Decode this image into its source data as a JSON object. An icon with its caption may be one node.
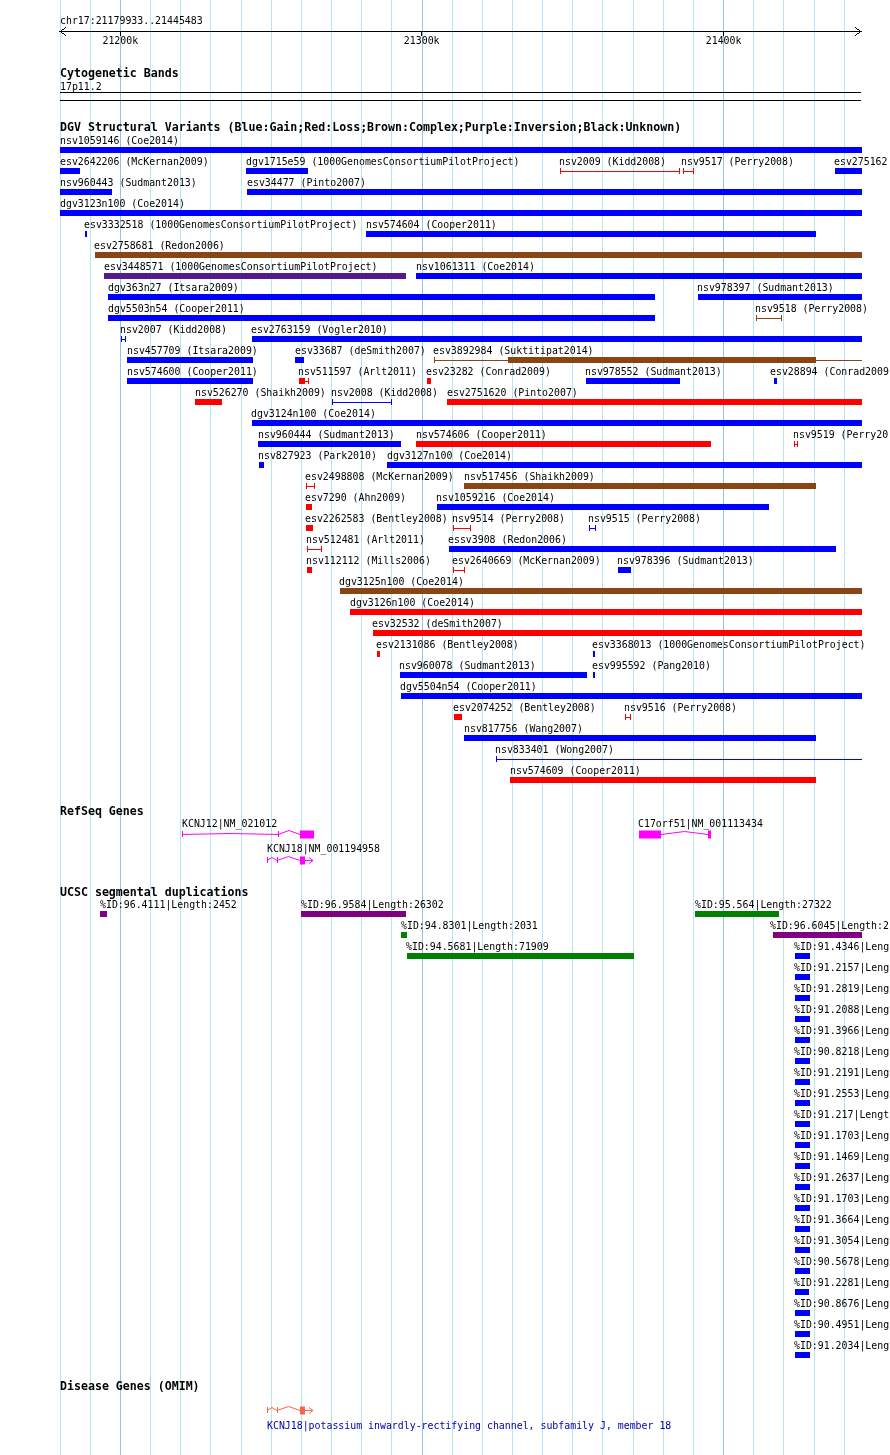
{
  "diagram": {
    "labels": [
      "chr17:21179933..21445483",
      "21200k",
      "21300k",
      "21400k",
      "Cytogenetic Bands",
      "17p11.2",
      "DGV Structural Variants (Blue:Gain;Red:Loss;Brown:Complex;Purple:Inversion;Black:Unknown)",
      "nsv1059146 (Coe2014)",
      "esv2642206 (McKernan2009)",
      "dgv1715e59 (1000GenomesConsortiumPilotProject)",
      "nsv2009 (Kidd2008)",
      "nsv9517 (Perry2008)",
      "esv275162",
      "nsv960443 (Sudmant2013)",
      "esv34477 (Pinto2007)",
      "dgv3123n100 (Coe2014)",
      "esv3332518 (1000GenomesConsortiumPilotProject)",
      "nsv574604 (Cooper2011)",
      "esv2758681 (Redon2006)",
      "esv3448571 (1000GenomesConsortiumPilotProject)",
      "nsv1061311 (Coe2014)",
      "dgv363n27 (Itsara2009)",
      "nsv978397 (Sudmant2013)",
      "dgv5503n54 (Cooper2011)",
      "nsv9518 (Perry2008)",
      "nsv2007 (Kidd2008)",
      "esv2763159 (Vogler2010)",
      "nsv457709 (Itsara2009)",
      "esv33687 (deSmith2007)",
      "esv3892984 (Suktitipat2014)",
      "nsv574600 (Cooper2011)",
      "nsv511597 (Arlt2011)",
      "esv23282 (Conrad2009)",
      "nsv978552 (Sudmant2013)",
      "esv28894 (Conrad2009",
      "nsv526270 (Shaikh2009)",
      "nsv2008 (Kidd2008)",
      "esv2751620 (Pinto2007)",
      "dgv3124n100 (Coe2014)",
      "nsv960444 (Sudmant2013)",
      "nsv574606 (Cooper2011)",
      "nsv9519 (Perry20",
      "nsv827923 (Park2010)",
      "dgv3127n100 (Coe2014)",
      "esv2498808 (McKernan2009)",
      "nsv517456 (Shaikh2009)",
      "esv7290 (Ahn2009)",
      "nsv1059216 (Coe2014)",
      "esv2262583 (Bentley2008)",
      "nsv9514 (Perry2008)",
      "nsv9515 (Perry2008)",
      "nsv512481 (Arlt2011)",
      "essv3908 (Redon2006)",
      "nsv112112 (Mills2006)",
      "esv2640669 (McKernan2009)",
      "nsv978396 (Sudmant2013)",
      "dgv3125n100 (Coe2014)",
      "dgv3126n100 (Coe2014)",
      "esv32532 (deSmith2007)",
      "esv2131086 (Bentley2008)",
      "esv3368013 (1000GenomesConsortiumPilotProject)",
      "nsv960078 (Sudmant2013)",
      "esv995592 (Pang2010)",
      "dgv5504n54 (Cooper2011)",
      "esv2074252 (Bentley2008)",
      "nsv9516 (Perry2008)",
      "nsv817756 (Wang2007)",
      "nsv833401 (Wong2007)",
      "nsv574609 (Cooper2011)",
      "RefSeq Genes",
      "KCNJ12|NM_021012",
      "C17orf51|NM_001113434",
      "KCNJ18|NM_001194958",
      "UCSC segmental duplications",
      "%ID:96.4111|Length:2452",
      "%ID:96.9584|Length:26302",
      "%ID:95.564|Length:27322",
      "%ID:94.8301|Length:2031",
      "%ID:96.6045|Length:2",
      "%ID:94.5681|Length:71909",
      "%ID:91.4346|Leng",
      "%ID:91.2157|Leng",
      "%ID:91.2819|Leng",
      "%ID:91.2088|Leng",
      "%ID:91.3966|Leng",
      "%ID:90.8218|Leng",
      "%ID:91.2191|Leng",
      "%ID:91.2553|Leng",
      "%ID:91.217|Lengt",
      "%ID:91.1703|Leng",
      "%ID:91.1469|Leng",
      "%ID:91.2637|Leng",
      "%ID:91.1703|Leng",
      "%ID:91.3664|Leng",
      "%ID:91.3054|Leng",
      "%ID:90.5678|Leng",
      "%ID:91.2281|Leng",
      "%ID:90.8676|Leng",
      "%ID:90.4951|Leng",
      "%ID:91.2034|Leng",
      "Disease Genes (OMIM)",
      "KCNJ18|potassium inwardly-rectifying channel, subfamily J, member 18"
    ]
  }
}
